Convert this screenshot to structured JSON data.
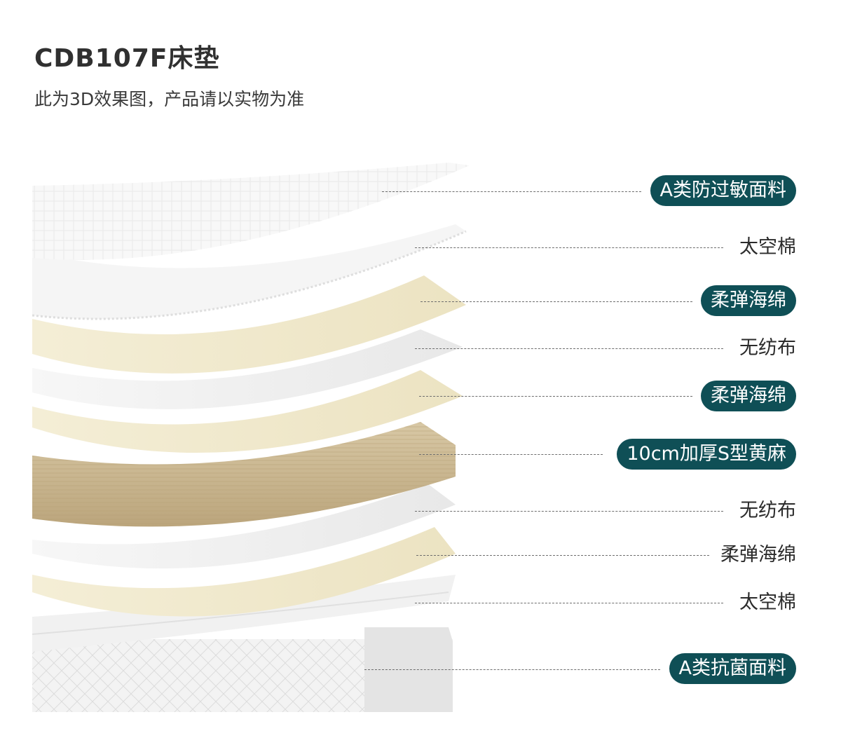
{
  "header": {
    "title": "CDB107F床垫",
    "subtitle": "此为3D效果图，产品请以实物为准"
  },
  "layers": [
    {
      "name": "A类防过敏面料",
      "style": "pill"
    },
    {
      "name": "太空棉",
      "style": "plain"
    },
    {
      "name": "柔弹海绵",
      "style": "pill"
    },
    {
      "name": "无纺布",
      "style": "plain"
    },
    {
      "name": "柔弹海绵",
      "style": "pill"
    },
    {
      "name": "10cm加厚S型黄麻",
      "style": "pill"
    },
    {
      "name": "无纺布",
      "style": "plain"
    },
    {
      "name": "柔弹海绵",
      "style": "plain"
    },
    {
      "name": "太空棉",
      "style": "plain"
    },
    {
      "name": "A类抗菌面料",
      "style": "pill"
    }
  ],
  "colors": {
    "accent": "#0f4f56",
    "foam": "#f3ecd2",
    "jute": "#c9b48e",
    "white_layer": "#f5f5f5"
  }
}
